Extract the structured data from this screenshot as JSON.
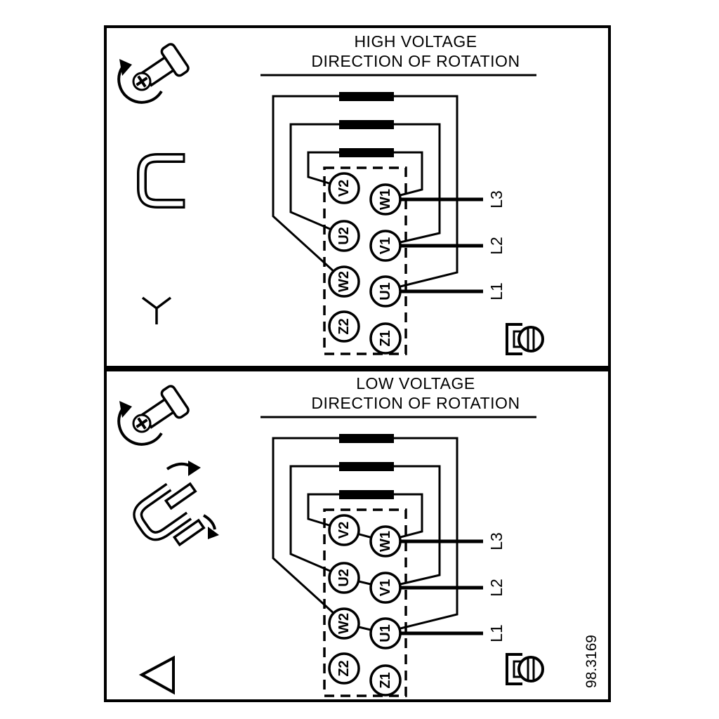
{
  "figure_number": "98.3169",
  "colors": {
    "ink": "#000000",
    "paper": "#ffffff"
  },
  "panels": [
    {
      "id": "high-voltage",
      "title_line1": "HIGH VOLTAGE",
      "title_line2": "DIRECTION OF ROTATION",
      "connection_symbol": "star",
      "terminals_left": [
        "V2",
        "U2",
        "W2",
        "Z2"
      ],
      "terminals_right": [
        "W1",
        "V1",
        "U1",
        "Z1"
      ],
      "supply_lines": [
        "L3",
        "L2",
        "L1"
      ],
      "link_count": 3,
      "icons": [
        "screw-rotation-icon",
        "link-bracket-icon",
        "star-symbol",
        "terminal-screw-icon"
      ]
    },
    {
      "id": "low-voltage",
      "title_line1": "LOW VOLTAGE",
      "title_line2": "DIRECTION OF ROTATION",
      "connection_symbol": "delta",
      "terminals_left": [
        "V2",
        "U2",
        "W2",
        "Z2"
      ],
      "terminals_right": [
        "W1",
        "V1",
        "U1",
        "Z1"
      ],
      "supply_lines": [
        "L3",
        "L2",
        "L1"
      ],
      "link_count": 3,
      "icons": [
        "screw-rotation-icon",
        "delta-link-icon",
        "delta-symbol",
        "terminal-screw-icon"
      ]
    }
  ]
}
